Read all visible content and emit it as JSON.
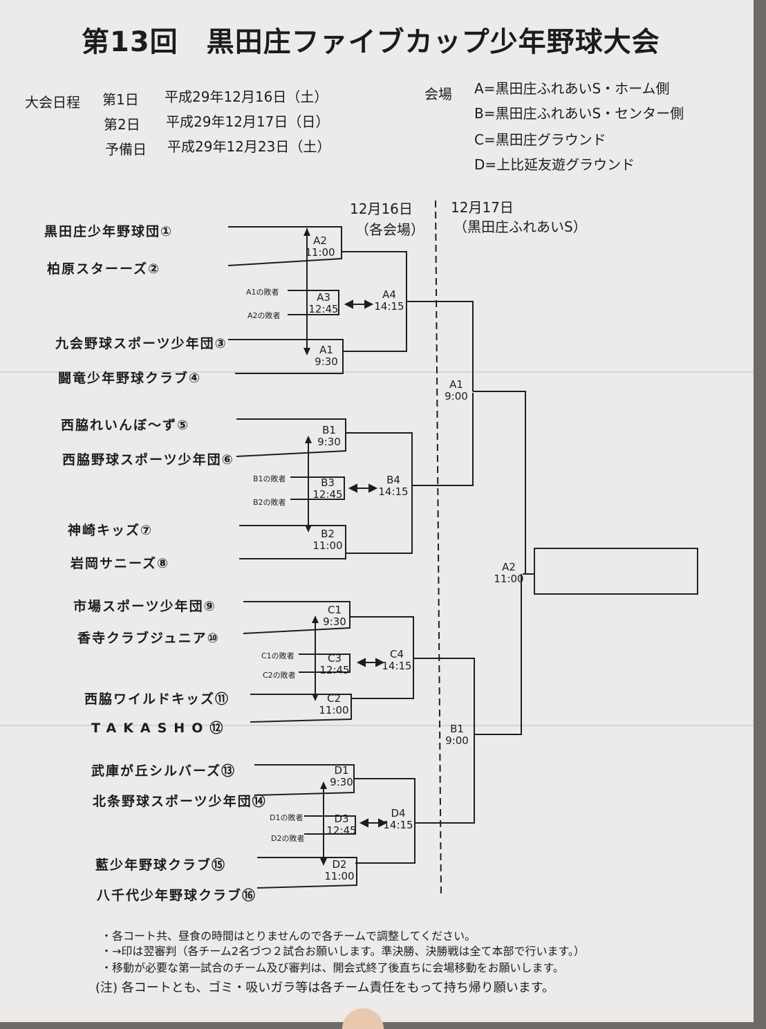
{
  "title": "第13回　黒田庄ファイブカップ少年野球大会",
  "schedule": {
    "label": "大会日程",
    "days": [
      {
        "day": "第1日",
        "date": "平成29年12月16日（土）"
      },
      {
        "day": "第2日",
        "date": "平成29年12月17日（日）"
      },
      {
        "day": "予備日",
        "date": "平成29年12月23日（土）"
      }
    ]
  },
  "venues": {
    "label": "会場",
    "items": [
      "A=黒田庄ふれあいS・ホーム側",
      "B=黒田庄ふれあいS・センター側",
      "C=黒田庄グラウンド",
      "D=上比延友遊グラウンド"
    ]
  },
  "rounds": {
    "day1": {
      "date": "12月16日",
      "place": "（各会場）"
    },
    "day2": {
      "date": "12月17日",
      "place": "（黒田庄ふれあいS）"
    }
  },
  "teams": [
    "黒田庄少年野球団①",
    "柏原スターーズ②",
    "九会野球スポーツ少年団③",
    "闘竜少年野球クラブ④",
    "西脇れいんぼ～ず⑤",
    "西脇野球スポーツ少年団⑥",
    "神崎キッズ⑦",
    "岩岡サニーズ⑧",
    "市場スポーツ少年団⑨",
    "香寺クラブジュニア⑩",
    "西脇ワイルドキッズ⑪",
    "TAKASHO⑫",
    "武庫が丘シルバーズ⑬",
    "北条野球スポーツ少年団⑭",
    "藍少年野球クラブ⑮",
    "八千代少年野球クラブ⑯"
  ],
  "losers": [
    "A1の敗者",
    "A2の敗者",
    "B1の敗者",
    "B2の敗者",
    "C1の敗者",
    "C2の敗者",
    "D1の敗者",
    "D2の敗者"
  ],
  "games": {
    "A2": {
      "code": "A2",
      "time": "11:00"
    },
    "A3": {
      "code": "A3",
      "time": "12:45"
    },
    "A1": {
      "code": "A1",
      "time": "9:30"
    },
    "A4": {
      "code": "A4",
      "time": "14:15"
    },
    "B1": {
      "code": "B1",
      "time": "9:30"
    },
    "B3": {
      "code": "B3",
      "time": "12:45"
    },
    "B2": {
      "code": "B2",
      "time": "11:00"
    },
    "B4": {
      "code": "B4",
      "time": "14:15"
    },
    "C1": {
      "code": "C1",
      "time": "9:30"
    },
    "C3": {
      "code": "C3",
      "time": "12:45"
    },
    "C2": {
      "code": "C2",
      "time": "11:00"
    },
    "C4": {
      "code": "C4",
      "time": "14:15"
    },
    "D1": {
      "code": "D1",
      "time": "9:30"
    },
    "D3": {
      "code": "D3",
      "time": "12:45"
    },
    "D2": {
      "code": "D2",
      "time": "11:00"
    },
    "D4": {
      "code": "D4",
      "time": "14:15"
    },
    "SF1": {
      "code": "A1",
      "time": "9:00"
    },
    "SF2": {
      "code": "B1",
      "time": "9:00"
    },
    "F": {
      "code": "A2",
      "time": "11:00"
    }
  },
  "notes": [
    "・各コート共、昼食の時間はとりませんので各チームで調整してください。",
    "・→印は翌審判（各チーム2名づつ２試合お願いします。準決勝、決勝戦は全て本部で行います。）",
    "・移動が必要な第一試合のチーム及び審判は、開会式終了後直ちに会場移動をお願いします。",
    "(注) 各コートとも、ゴミ・吸いガラ等は各チーム責任をもって持ち帰り願います。"
  ]
}
